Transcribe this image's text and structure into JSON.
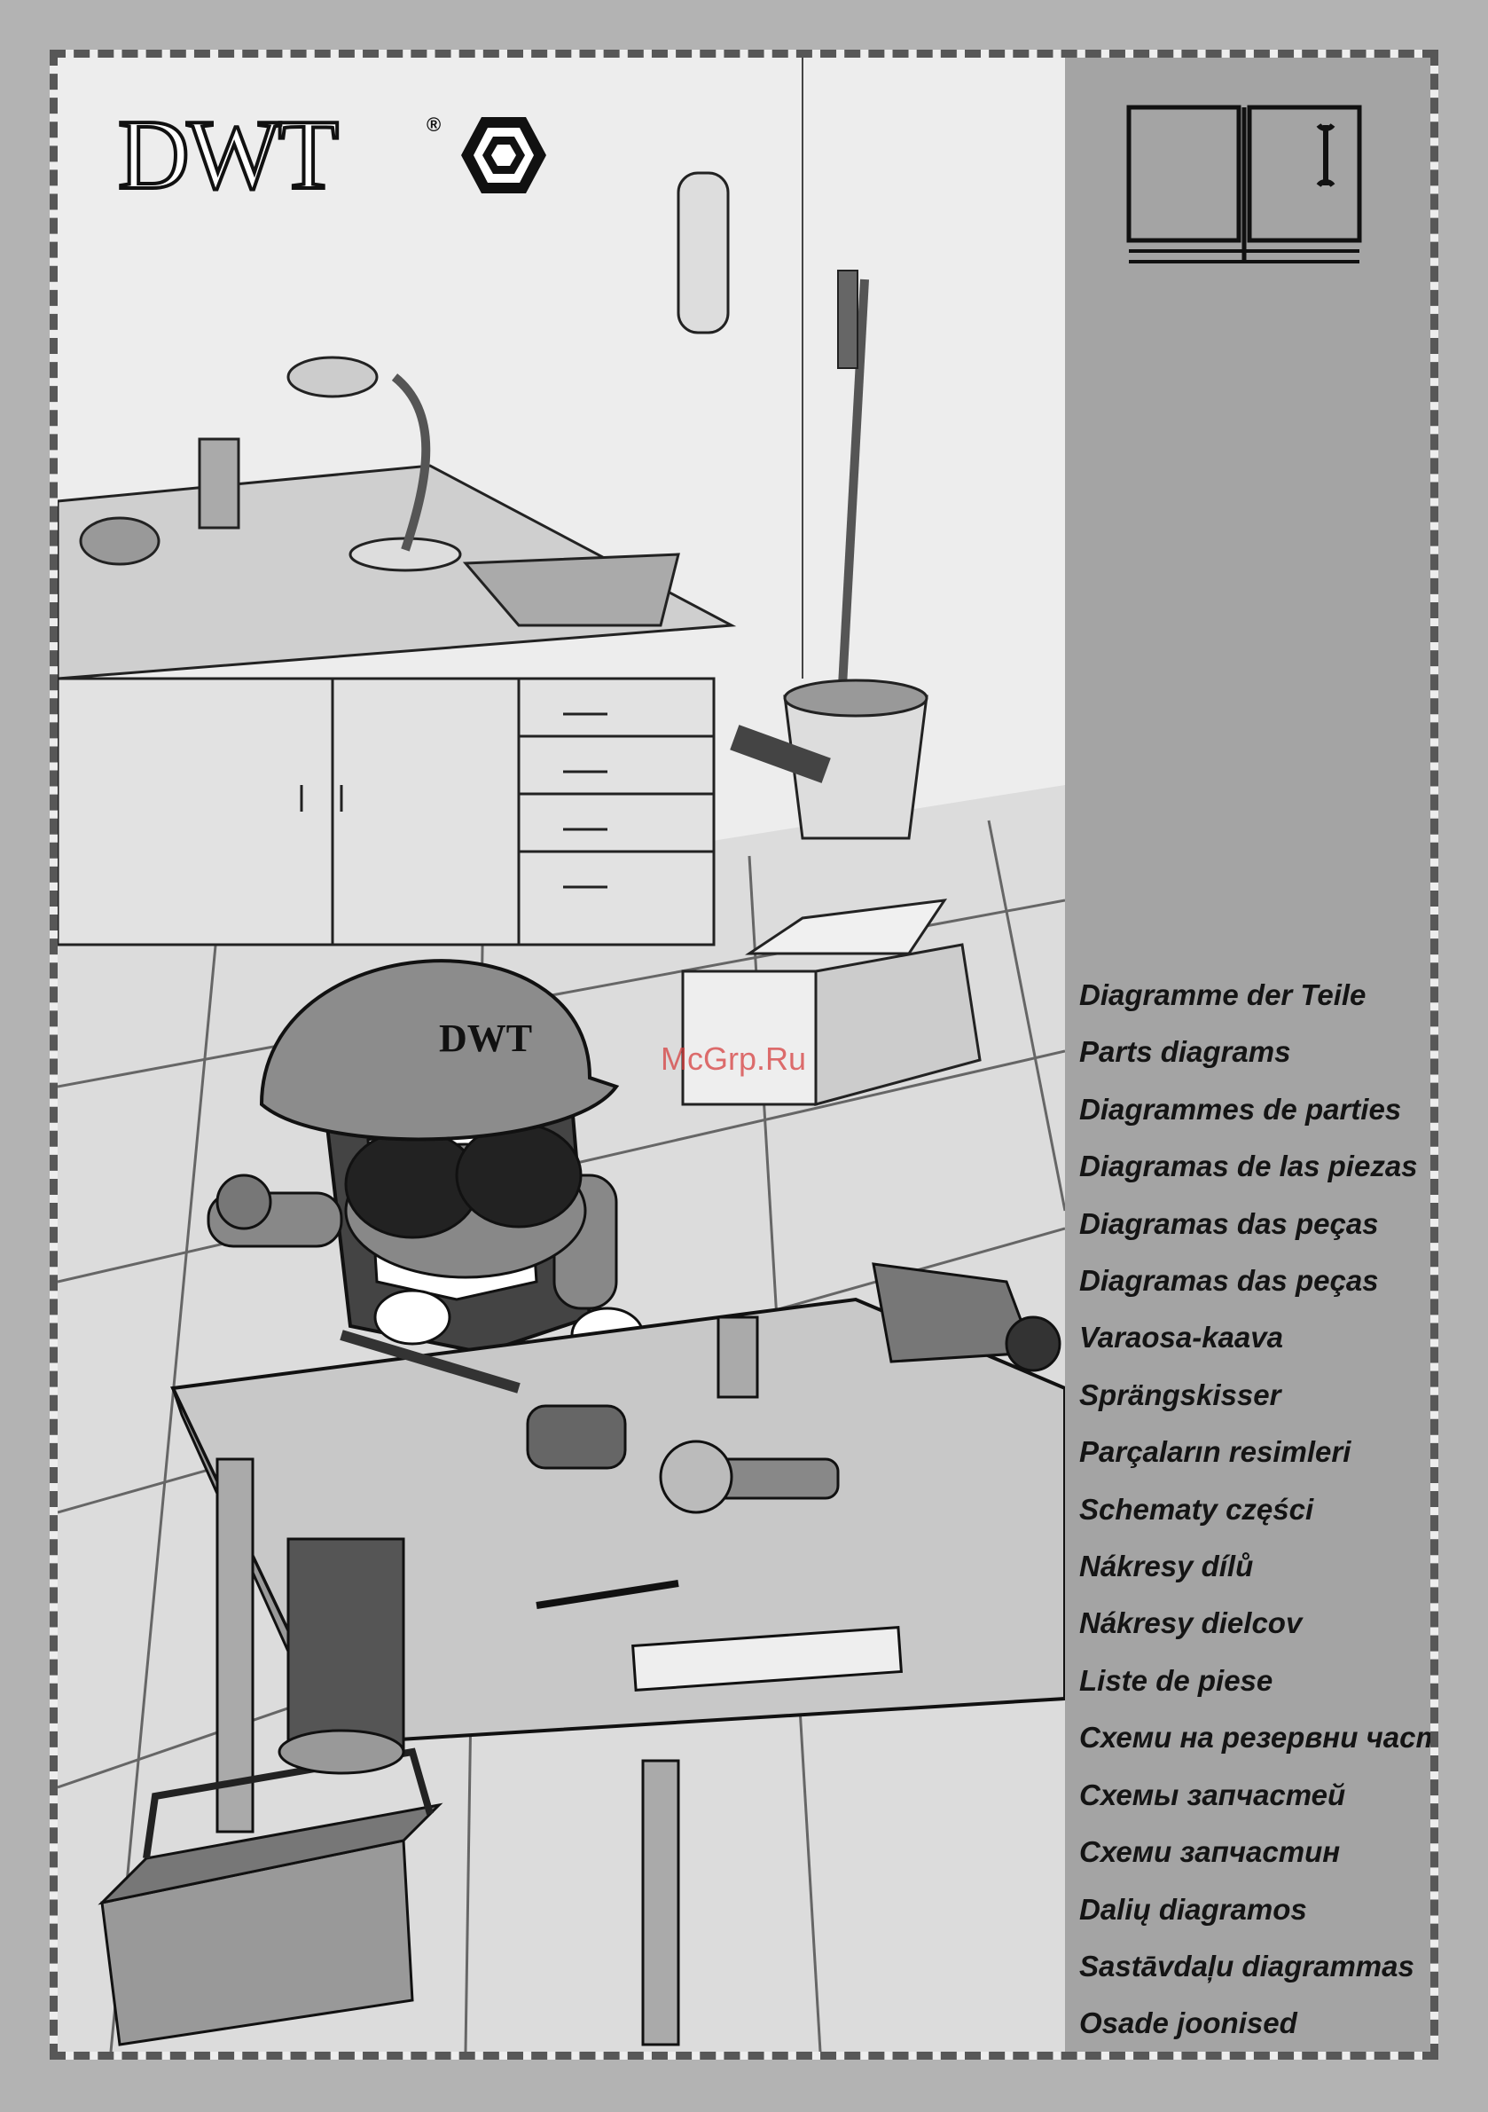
{
  "logo": {
    "text": "DWT",
    "mark": "®",
    "icon": "hex-nut-logo-icon"
  },
  "helmet_text": "DWT",
  "watermark": "McGrp.Ru",
  "book_icon": "manual-book-wrench-icon",
  "languages": [
    "Diagramme der Teile",
    "Parts diagrams",
    "Diagrammes de parties",
    "Diagramas de las piezas",
    "Diagramas das peças",
    "Diagramas das peças",
    "Varaosa-kaava",
    "Sprängskisser",
    "Parçaların resimleri",
    "Schematy części",
    "Nákresy dílů",
    "Nákresy dielcov",
    "Liste de piese",
    "Схеми на резервни части",
    "Схемы запчастей",
    "Схеми запчастин",
    "Dalių diagramos",
    "Sastāvdaļu diagrammas",
    "Osade joonised"
  ],
  "colors": {
    "page_bg": "#b3b3b3",
    "frame_bg": "#ededed",
    "sidebar_bg": "#a4a4a4",
    "text": "#141414",
    "watermark": "#d64040"
  }
}
